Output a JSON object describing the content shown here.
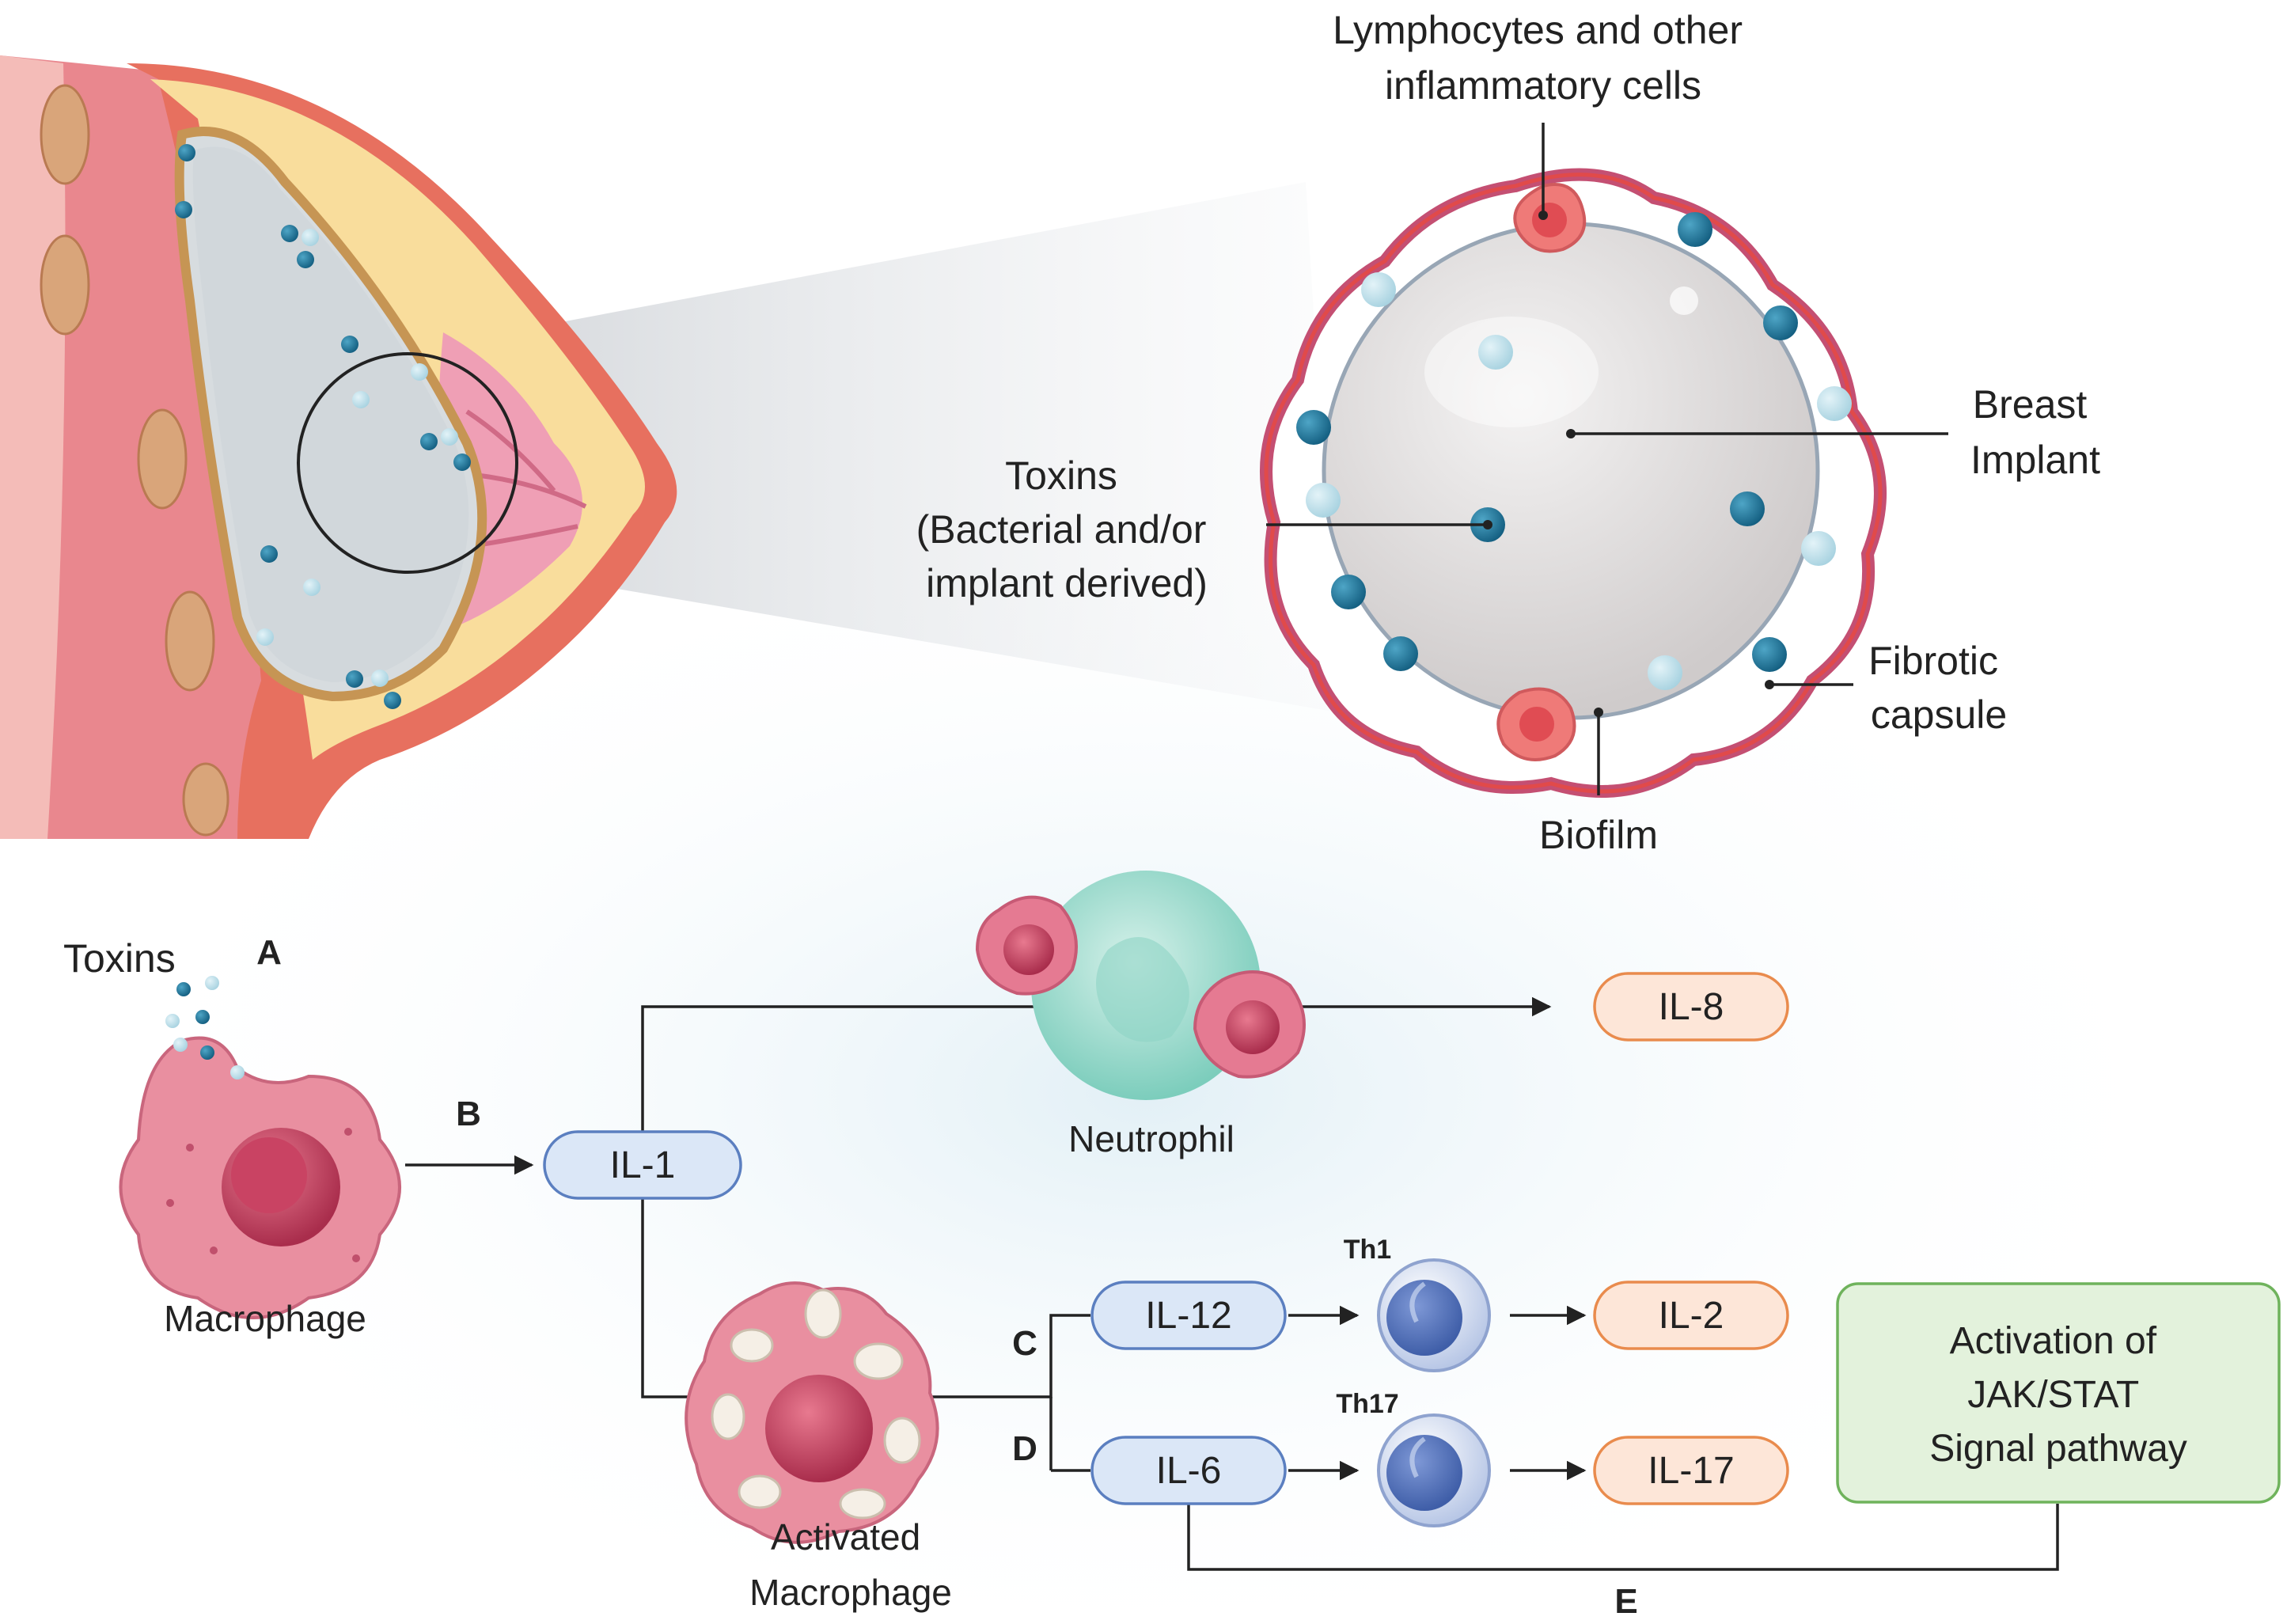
{
  "top": {
    "inflammatory_label": [
      "Lymphocytes and other",
      "inflammatory cells"
    ],
    "breast_implant_label": [
      "Breast",
      "Implant"
    ],
    "toxins_label": [
      "Toxins",
      "(Bacterial and/or",
      "implant derived)"
    ],
    "fibrotic_label": [
      "Fibrotic",
      "capsule"
    ],
    "biofilm_label": "Biofilm"
  },
  "pathway": {
    "toxins_label": "Toxins",
    "macrophage_label": "Macrophage",
    "neutrophil_label": "Neutrophil",
    "activated_label": [
      "Activated",
      "Macrophage"
    ],
    "th1_label": "Th1",
    "th17_label": "Th17",
    "steps": {
      "a": "A",
      "b": "B",
      "c": "C",
      "d": "D",
      "e": "E"
    },
    "boxes": {
      "il1": "IL-1",
      "il8": "IL-8",
      "il12": "IL-12",
      "il6": "IL-6",
      "il2": "IL-2",
      "il17": "IL-17"
    },
    "jak_stat": [
      "Activation of",
      "JAK/STAT",
      "Signal pathway"
    ]
  },
  "colors": {
    "interleukin_input_fill": "#dbe7f7",
    "interleukin_input_stroke": "#5b7fc0",
    "interleukin_output_fill": "#fde6d8",
    "interleukin_output_stroke": "#e98b4d",
    "jak_fill": "#e3f2dc",
    "jak_stroke": "#6fb35c",
    "toxin_dark": "#1d6f93",
    "toxin_light": "#bfe0ea"
  }
}
